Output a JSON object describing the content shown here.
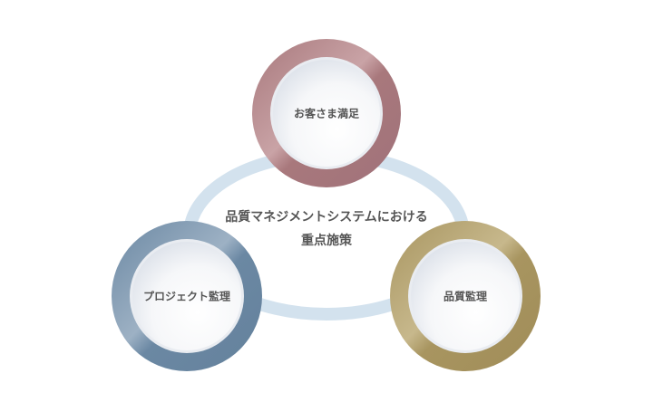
{
  "center": {
    "line1": "品質マネジメントシステムにおける",
    "line2": "重点施策"
  },
  "nodes": [
    {
      "label": "お客さま満足",
      "color": "#a8787c",
      "light": "#c9a3a6"
    },
    {
      "label": "プロジェクト監理",
      "color": "#6b88a3",
      "light": "#9db1c4"
    },
    {
      "label": "品質監理",
      "color": "#a89560",
      "light": "#c7b88c"
    }
  ],
  "ring_color": "#d3e2ee"
}
